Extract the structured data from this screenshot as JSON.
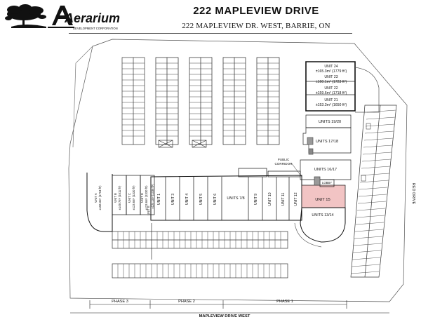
{
  "header": {
    "title": "222 MAPLEVIEW DRIVE",
    "subtitle": "222 MAPLEVIEW DR. WEST, BARRIE, ON",
    "logo_name": "Aerarium",
    "logo_tagline": "DEVELOPMENT CORPORATION"
  },
  "colors": {
    "highlight": "#f2c4c4",
    "line": "#222222"
  },
  "units_east": [
    {
      "name": "UNIT 24",
      "area": "±165.3m² (1779 ft²)"
    },
    {
      "name": "UNIT 23",
      "area": "±160.1m² (1723 ft²)"
    },
    {
      "name": "UNIT 22",
      "area": "±159.6m² (1718 ft²)"
    },
    {
      "name": "UNIT 21",
      "area": "±153.3m² (1650 ft²)"
    }
  ],
  "labels": {
    "unit_19_20": "UNITS 19/20",
    "unit_17_18": "UNITS 17/18",
    "unit_16_17": "UNITS 16/17",
    "unit_15": "UNIT 15",
    "unit_13_14": "UNITS 13/14",
    "unit_7_8": "UNITS 7/8",
    "lobby": "LOBBY",
    "public_corridor_1": "PUBLIC",
    "public_corridor_2": "CORRIDOR",
    "red_drive": "RED DRIVE",
    "street": "MAPLEVIEW DRIVE WEST"
  },
  "units_row": [
    "UNIT 1",
    "UNIT 3",
    "UNIT 4",
    "UNIT 5",
    "UNIT 6",
    "UNIT 9",
    "UNIT 10",
    "UNIT 11",
    "UNIT 12"
  ],
  "units_west": [
    {
      "name": "UNIT A",
      "area": "±158.3m² (1704 ft²)"
    },
    {
      "name": "UNIT B",
      "area": "±149.7m² (1611 ft²)"
    },
    {
      "name": "UNIT C",
      "area": "±123.6m² (1330 ft²)"
    },
    {
      "name": "UNIT D",
      "area": "±123.6m² (1330 ft²)"
    },
    {
      "name": "UNIT E",
      "area": "±124.1m² (1336 ft²)"
    }
  ],
  "phases": [
    "PHASE 3",
    "PHASE 2",
    "PHASE 1"
  ]
}
